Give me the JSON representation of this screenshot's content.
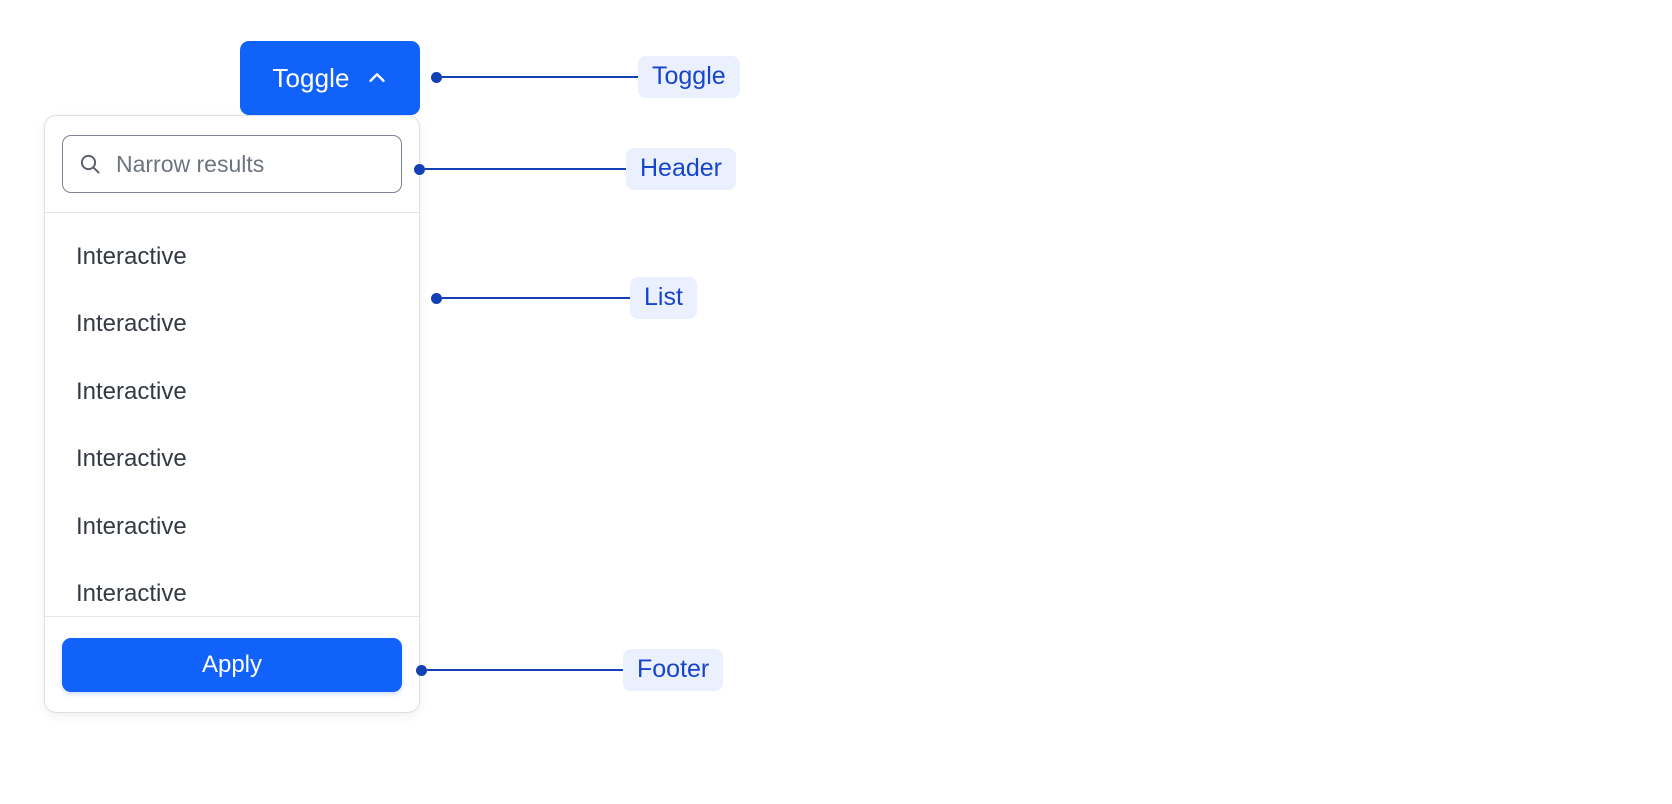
{
  "toggle": {
    "label": "Toggle",
    "icon": "chevron-up-icon",
    "background": "#1062fb",
    "text_color": "#ffffff"
  },
  "dropdown": {
    "header": {
      "search": {
        "icon": "search-icon",
        "placeholder": "Narrow results",
        "value": ""
      }
    },
    "list": {
      "items": [
        {
          "label": "Interactive"
        },
        {
          "label": "Interactive"
        },
        {
          "label": "Interactive"
        },
        {
          "label": "Interactive"
        },
        {
          "label": "Interactive"
        },
        {
          "label": "Interactive"
        }
      ]
    },
    "footer": {
      "apply_label": "Apply",
      "apply_background": "#1062fb"
    }
  },
  "annotations": [
    {
      "label": "Toggle",
      "target": "toggle-button"
    },
    {
      "label": "Header",
      "target": "panel-header"
    },
    {
      "label": "List",
      "target": "panel-list"
    },
    {
      "label": "Footer",
      "target": "panel-footer"
    }
  ],
  "colors": {
    "accent": "#1062fb",
    "annotation_line": "#1340b5",
    "annotation_text": "#1744cc",
    "annotation_badge_bg": "#eaf0fd",
    "panel_border": "#dcdfe4",
    "divider": "#e4e7ec",
    "item_text": "#343a42",
    "placeholder_text": "#6d7480"
  }
}
